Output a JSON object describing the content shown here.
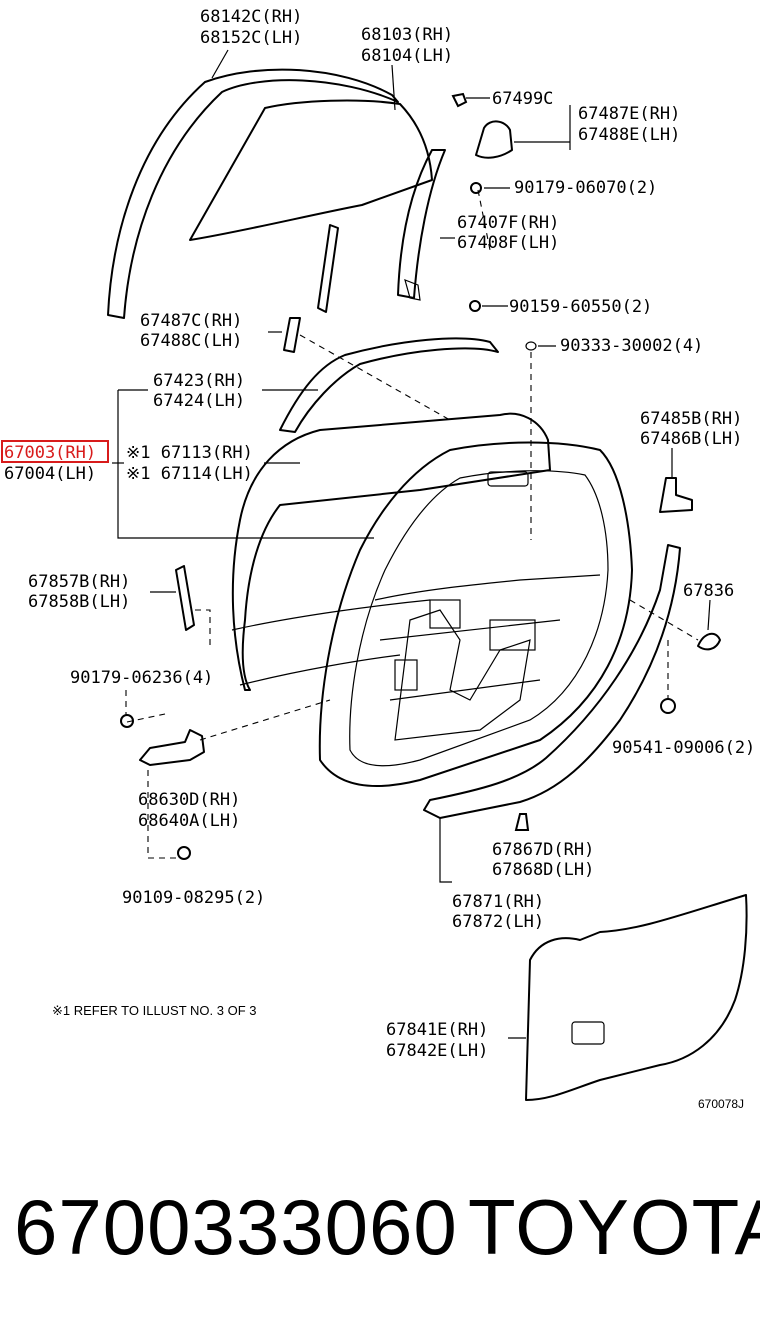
{
  "labels": {
    "l1a": "68142C(RH)",
    "l1b": "68152C(LH)",
    "l2a": "68103(RH)",
    "l2b": "68104(LH)",
    "l3": "67499C",
    "l4a": "67487E(RH)",
    "l4b": "67488E(LH)",
    "l5": "90179-06070(2)",
    "l6a": "67407F(RH)",
    "l6b": "67408F(LH)",
    "l7": "90159-60550(2)",
    "l8a": "67487C(RH)",
    "l8b": "67488C(LH)",
    "l9": "90333-30002(4)",
    "l10a": "67423(RH)",
    "l10b": "67424(LH)",
    "l11a": "67485B(RH)",
    "l11b": "67486B(LH)",
    "l12a": "67003(RH)",
    "l12b": "67004(LH)",
    "l13a": "※1 67113(RH)",
    "l13b": "※1 67114(LH)",
    "l14a": "67857B(RH)",
    "l14b": "67858B(LH)",
    "l15": "67836",
    "l16": "90179-06236(4)",
    "l17": "90541-09006(2)",
    "l18a": "68630D(RH)",
    "l18b": "68640A(LH)",
    "l19a": "67867D(RH)",
    "l19b": "67868D(LH)",
    "l20": "90109-08295(2)",
    "l21a": "67871(RH)",
    "l21b": "67872(LH)",
    "l22a": "67841E(RH)",
    "l22b": "67842E(LH)"
  },
  "note": "※1 REFER TO ILLUST NO. 3 OF 3",
  "illustration_code": "670078J",
  "highlight_color": "#d81b1b",
  "footer": {
    "part_number": "6700333060",
    "brand": "TOYOTA"
  }
}
